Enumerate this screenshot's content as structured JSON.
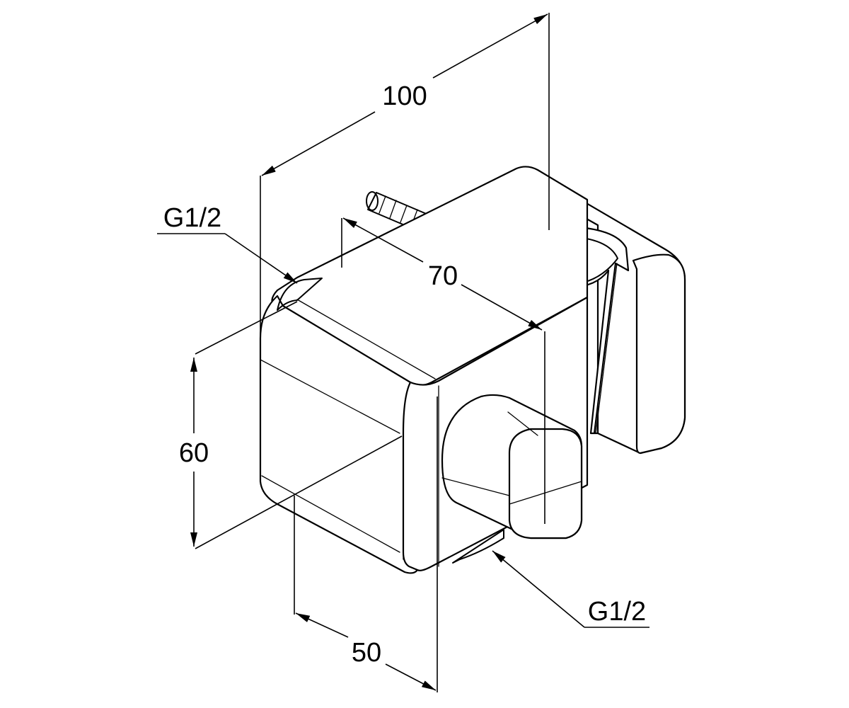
{
  "dimensions": {
    "width": "100",
    "depth": "70",
    "height": "60",
    "front_width": "50"
  },
  "connections": {
    "inlet_label": "G1/2",
    "outlet_label": "G1/2"
  },
  "colors": {
    "line": "#000000",
    "background": "#ffffff",
    "watermark": "#e6edf3"
  }
}
